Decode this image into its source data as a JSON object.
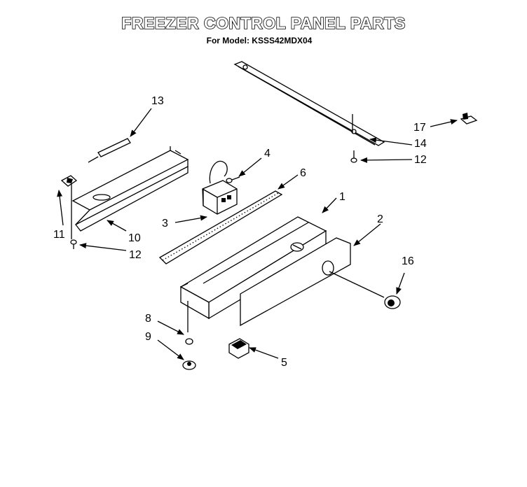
{
  "title": "FREEZER CONTROL PANEL PARTS",
  "subtitle": "For Model: KSSS42MDX04",
  "callouts": {
    "c1": "1",
    "c2": "2",
    "c3": "3",
    "c4": "4",
    "c5": "5",
    "c6": "6",
    "c8": "8",
    "c9": "9",
    "c10": "10",
    "c11": "11",
    "c12a": "12",
    "c12b": "12",
    "c13": "13",
    "c14": "14",
    "c16": "16",
    "c17": "17"
  }
}
